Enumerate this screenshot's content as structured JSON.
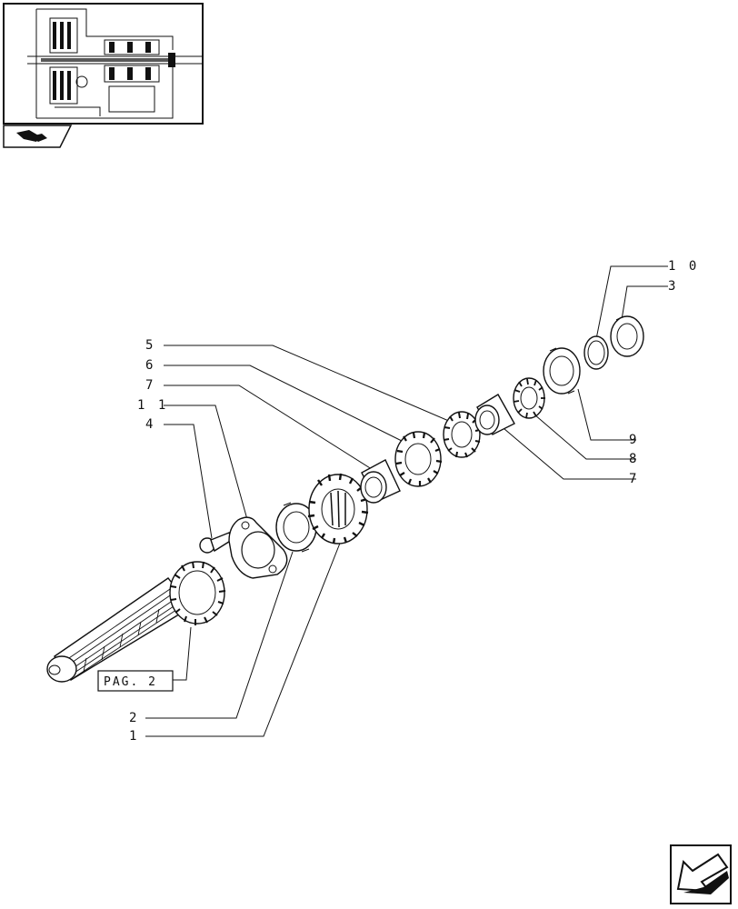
{
  "callouts": {
    "c1": "1",
    "c2": "2",
    "c3": "3",
    "c4": "4",
    "c5": "5",
    "c6": "6",
    "c7a": "7",
    "c7b": "7",
    "c8": "8",
    "c9": "9",
    "c10": "1 0",
    "c11": "1 1"
  },
  "page_ref": "PAG. 2",
  "icons": {
    "thumbnail": "transmission-overview-thumbnail",
    "corner_logo": "book-arrow-icon",
    "nav": "next-page-arrow-icon"
  }
}
